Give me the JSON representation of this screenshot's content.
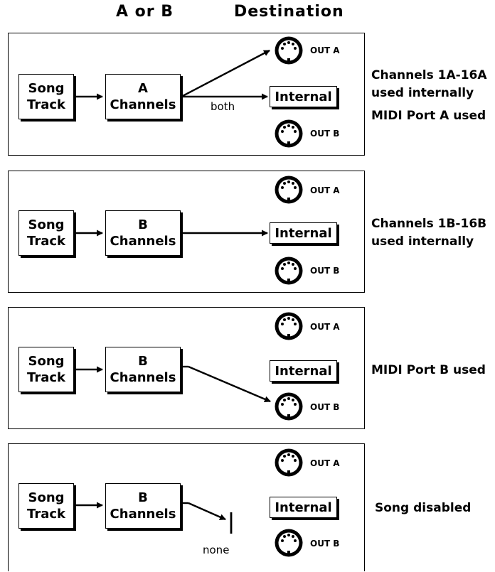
{
  "headers": {
    "left": "A or B",
    "right": "Destination"
  },
  "common": {
    "song_track_line1": "Song",
    "song_track_line2": "Track",
    "channels_label": "Channels",
    "internal_label": "Internal",
    "out_a_label": "OUT A",
    "out_b_label": "OUT B"
  },
  "panels": [
    {
      "channel_letter": "A",
      "routing": "both",
      "wire_label": "both",
      "notes": [
        "Channels 1A-16A",
        "used internally",
        "MIDI Port A used"
      ]
    },
    {
      "channel_letter": "B",
      "routing": "internal",
      "notes": [
        "Channels 1B-16B",
        "used internally"
      ]
    },
    {
      "channel_letter": "B",
      "routing": "out-b",
      "notes": [
        "MIDI Port B used"
      ]
    },
    {
      "channel_letter": "B",
      "routing": "none",
      "wire_label": "none",
      "notes": [
        "Song disabled"
      ]
    }
  ]
}
